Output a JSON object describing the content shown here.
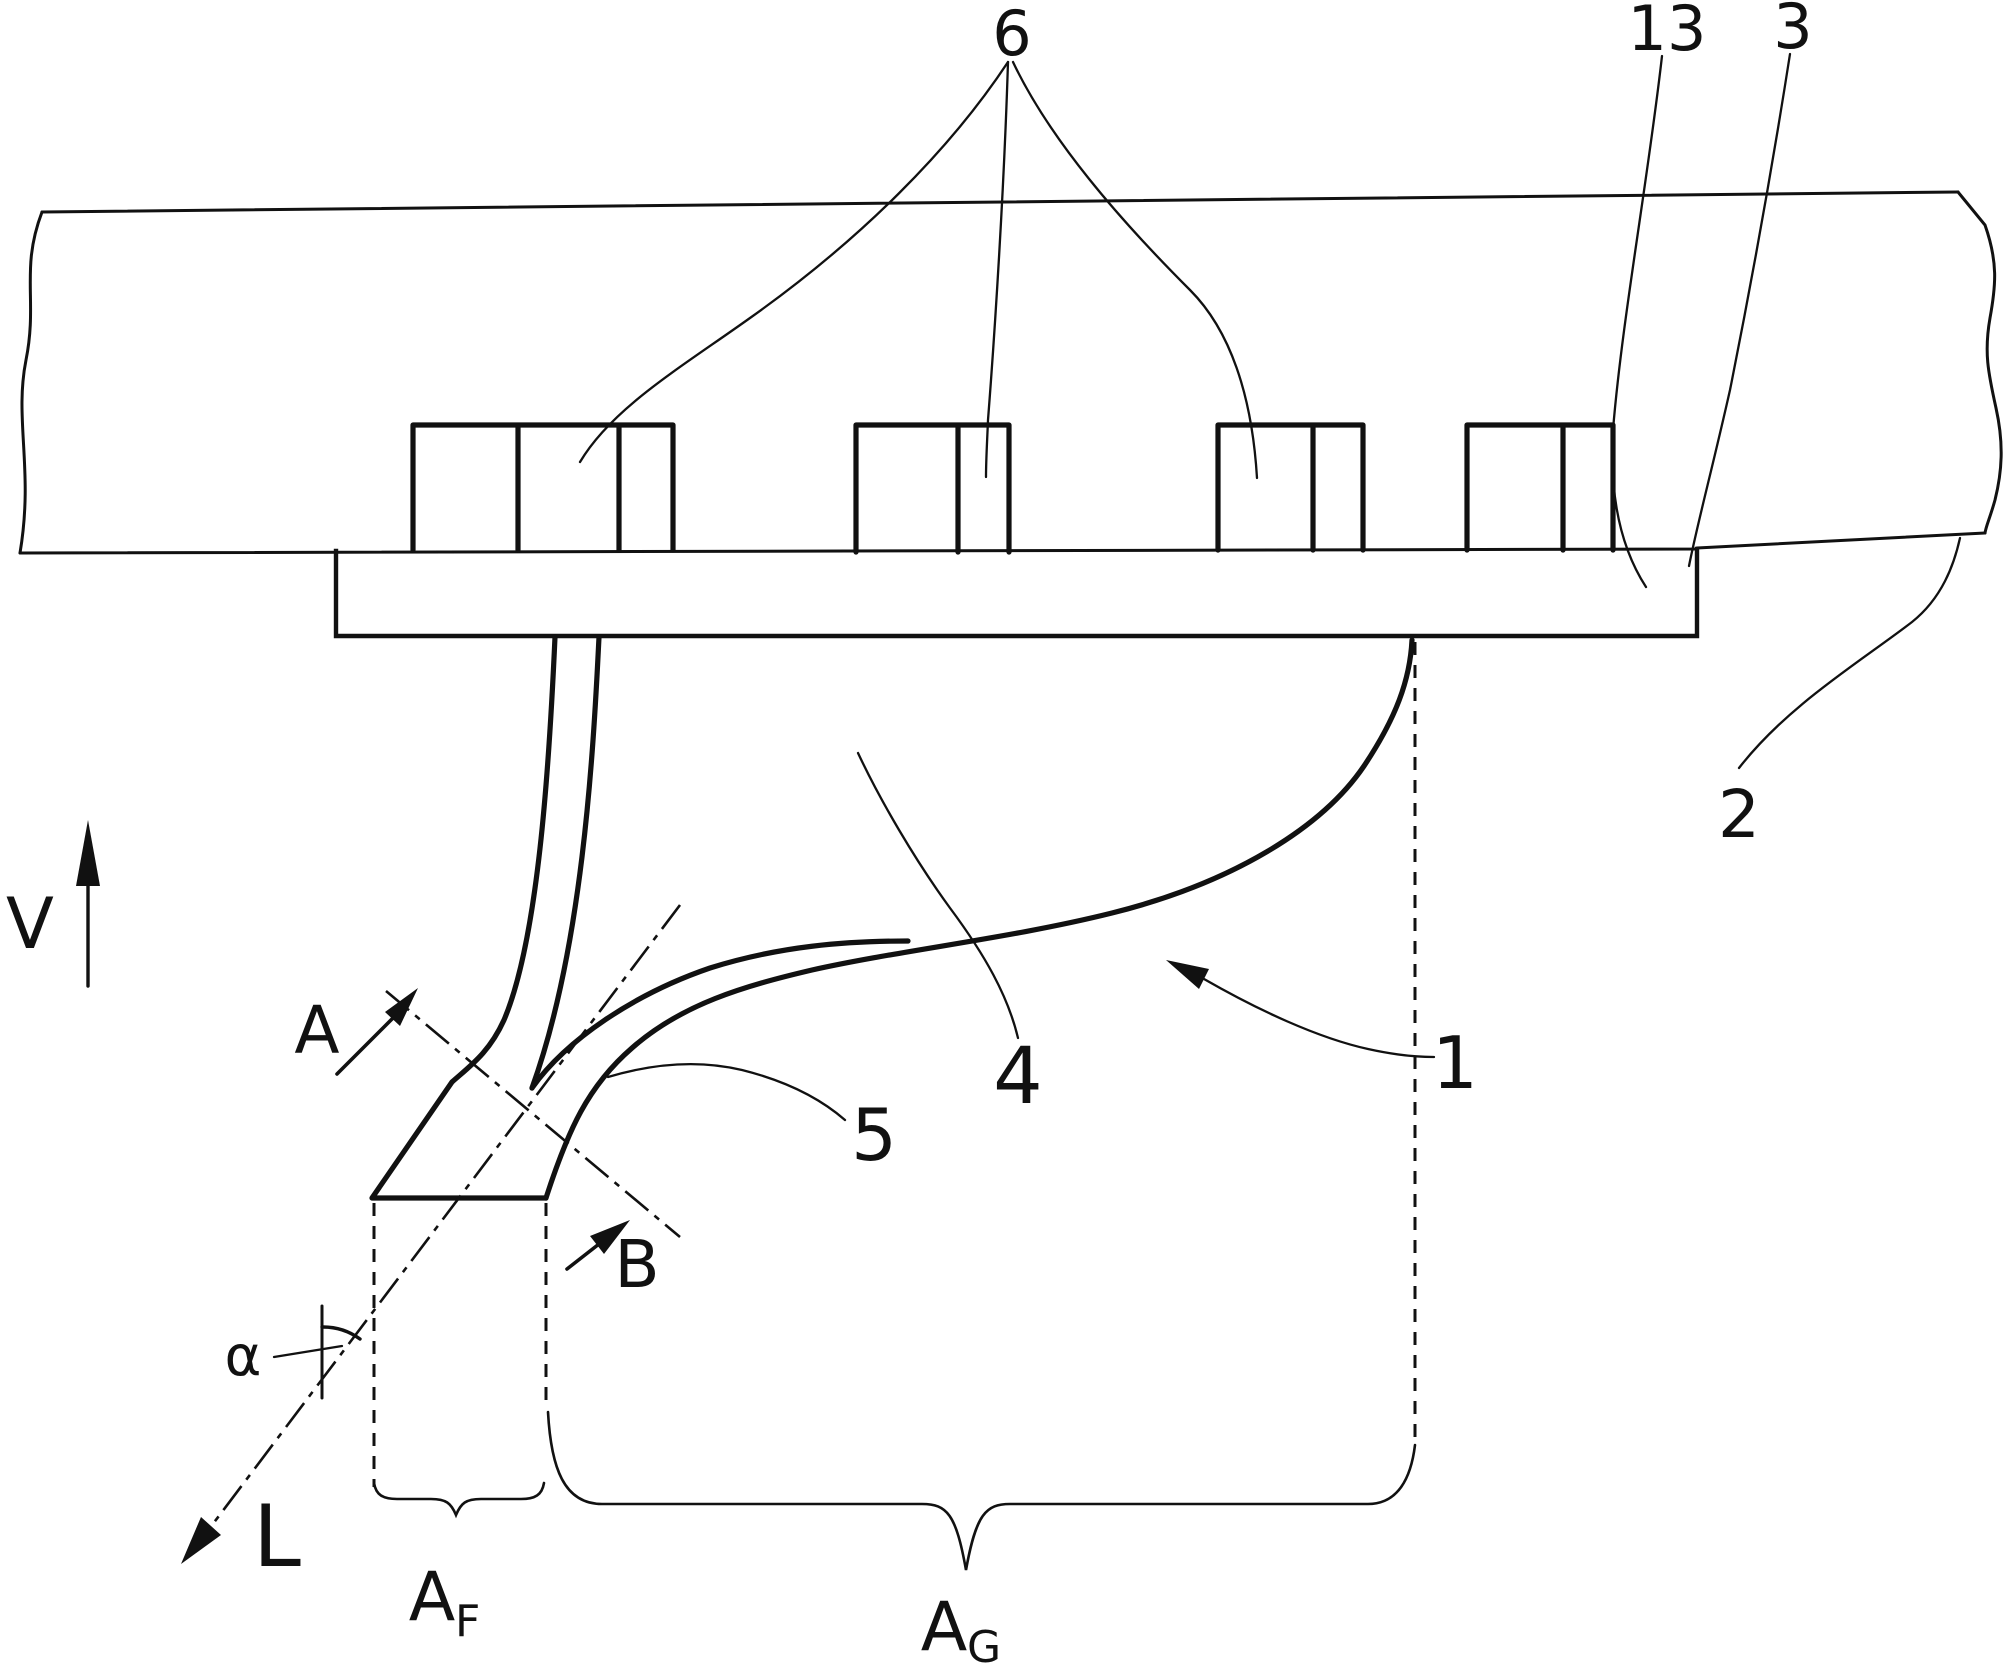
{
  "figure": {
    "type": "patent-line-drawing",
    "background_color": "#ffffff",
    "line_color": "#111111",
    "labels": {
      "velocity_arrow": "V",
      "length_axis": "L",
      "tip_angle": "α",
      "view_arrow_a": "A",
      "view_arrow_b": "B",
      "ref_tool": "1",
      "ref_band_edge": "2",
      "ref_band": "3",
      "ref_back_curve": "4",
      "ref_bevel": "5",
      "ref_bolts": "6",
      "ref_bar": "13",
      "dim_tip": {
        "main": "A",
        "sub": "F"
      },
      "dim_total": {
        "main": "A",
        "sub": "G"
      }
    }
  }
}
